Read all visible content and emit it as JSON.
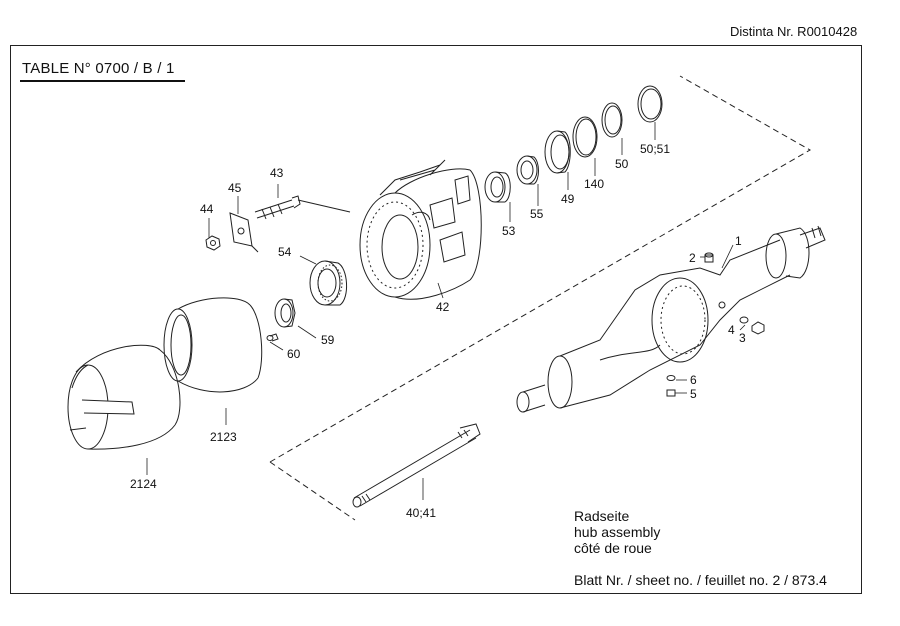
{
  "header": {
    "doc_number": "Distinta Nr.  R0010428",
    "table_number": "TABLE  N°  0700 / B / 1"
  },
  "title": {
    "line1": "Radseite",
    "line2": "hub assembly",
    "line3": "côté de roue"
  },
  "footer": {
    "sheet_info": "Blatt Nr. / sheet no. / feuillet no. 2 / 873.4"
  },
  "parts": {
    "p1": "1",
    "p2": "2",
    "p3": "3",
    "p4": "4",
    "p5": "5",
    "p6": "6",
    "p40_41": "40;41",
    "p42": "42",
    "p43": "43",
    "p44": "44",
    "p45": "45",
    "p49": "49",
    "p50": "50",
    "p50_51": "50;51",
    "p53": "53",
    "p54": "54",
    "p55": "55",
    "p59": "59",
    "p60": "60",
    "p140": "140",
    "p2123": "2123",
    "p2124": "2124"
  }
}
